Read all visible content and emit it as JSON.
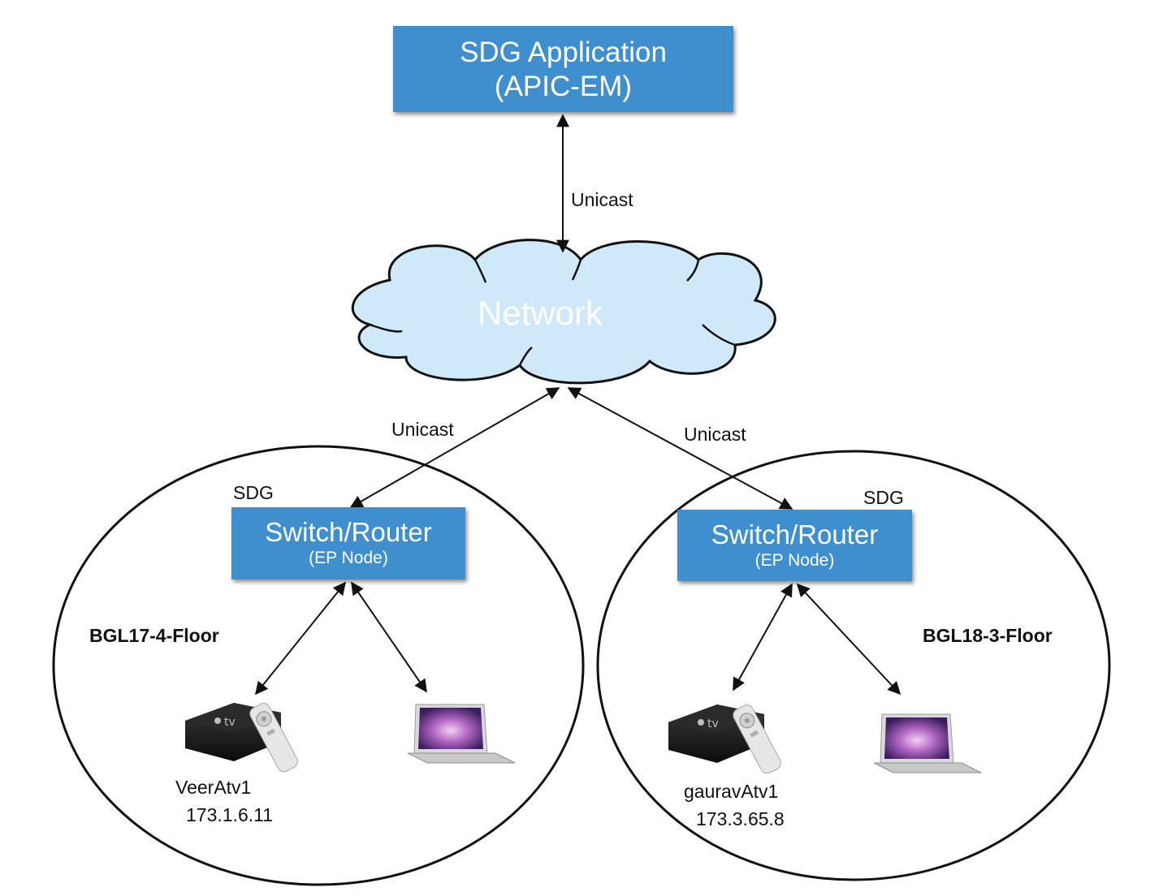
{
  "app_box": {
    "line1": "SDG Application",
    "line2": "(APIC-EM)"
  },
  "network": {
    "label": "Network"
  },
  "links": {
    "top": "Unicast",
    "left": "Unicast",
    "right": "Unicast"
  },
  "site_left": {
    "sdg_tag": "SDG",
    "switch_line1": "Switch/Router",
    "switch_line2": "(EP Node)",
    "floor": "BGL17-4-Floor",
    "device_name": "VeerAtv1",
    "device_ip": "173.1.6.11"
  },
  "site_right": {
    "sdg_tag": "SDG",
    "switch_line1": "Switch/Router",
    "switch_line2": "(EP Node)",
    "floor": "BGL18-3-Floor",
    "device_name": "gauravAtv1",
    "device_ip": "173.3.65.8"
  },
  "colors": {
    "box_fill": "#3f8fce",
    "cloud_fill": "#cfe9f9",
    "line": "#111111"
  },
  "icons": [
    "apple-tv-icon",
    "remote-icon",
    "laptop-icon"
  ]
}
